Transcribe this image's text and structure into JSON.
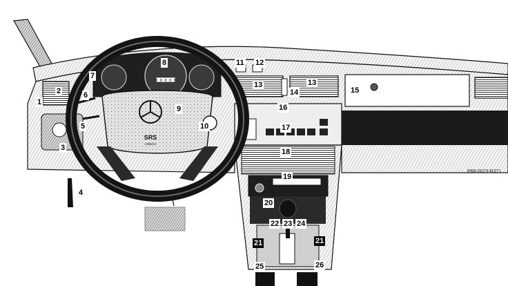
{
  "figure": {
    "reference_code": "P68-0023-B371",
    "airbag_badge": {
      "line1": "SRS",
      "line2": "AIRBAG"
    },
    "odometer_reading": "0 0 0 0 0",
    "callouts": [
      "1",
      "2",
      "3",
      "4",
      "5",
      "6",
      "7",
      "8",
      "9",
      "10",
      "11",
      "12",
      "13",
      "13",
      "14",
      "15",
      "16",
      "17",
      "18",
      "19",
      "20",
      "21",
      "21",
      "22",
      "23",
      "24",
      "25",
      "26"
    ]
  }
}
